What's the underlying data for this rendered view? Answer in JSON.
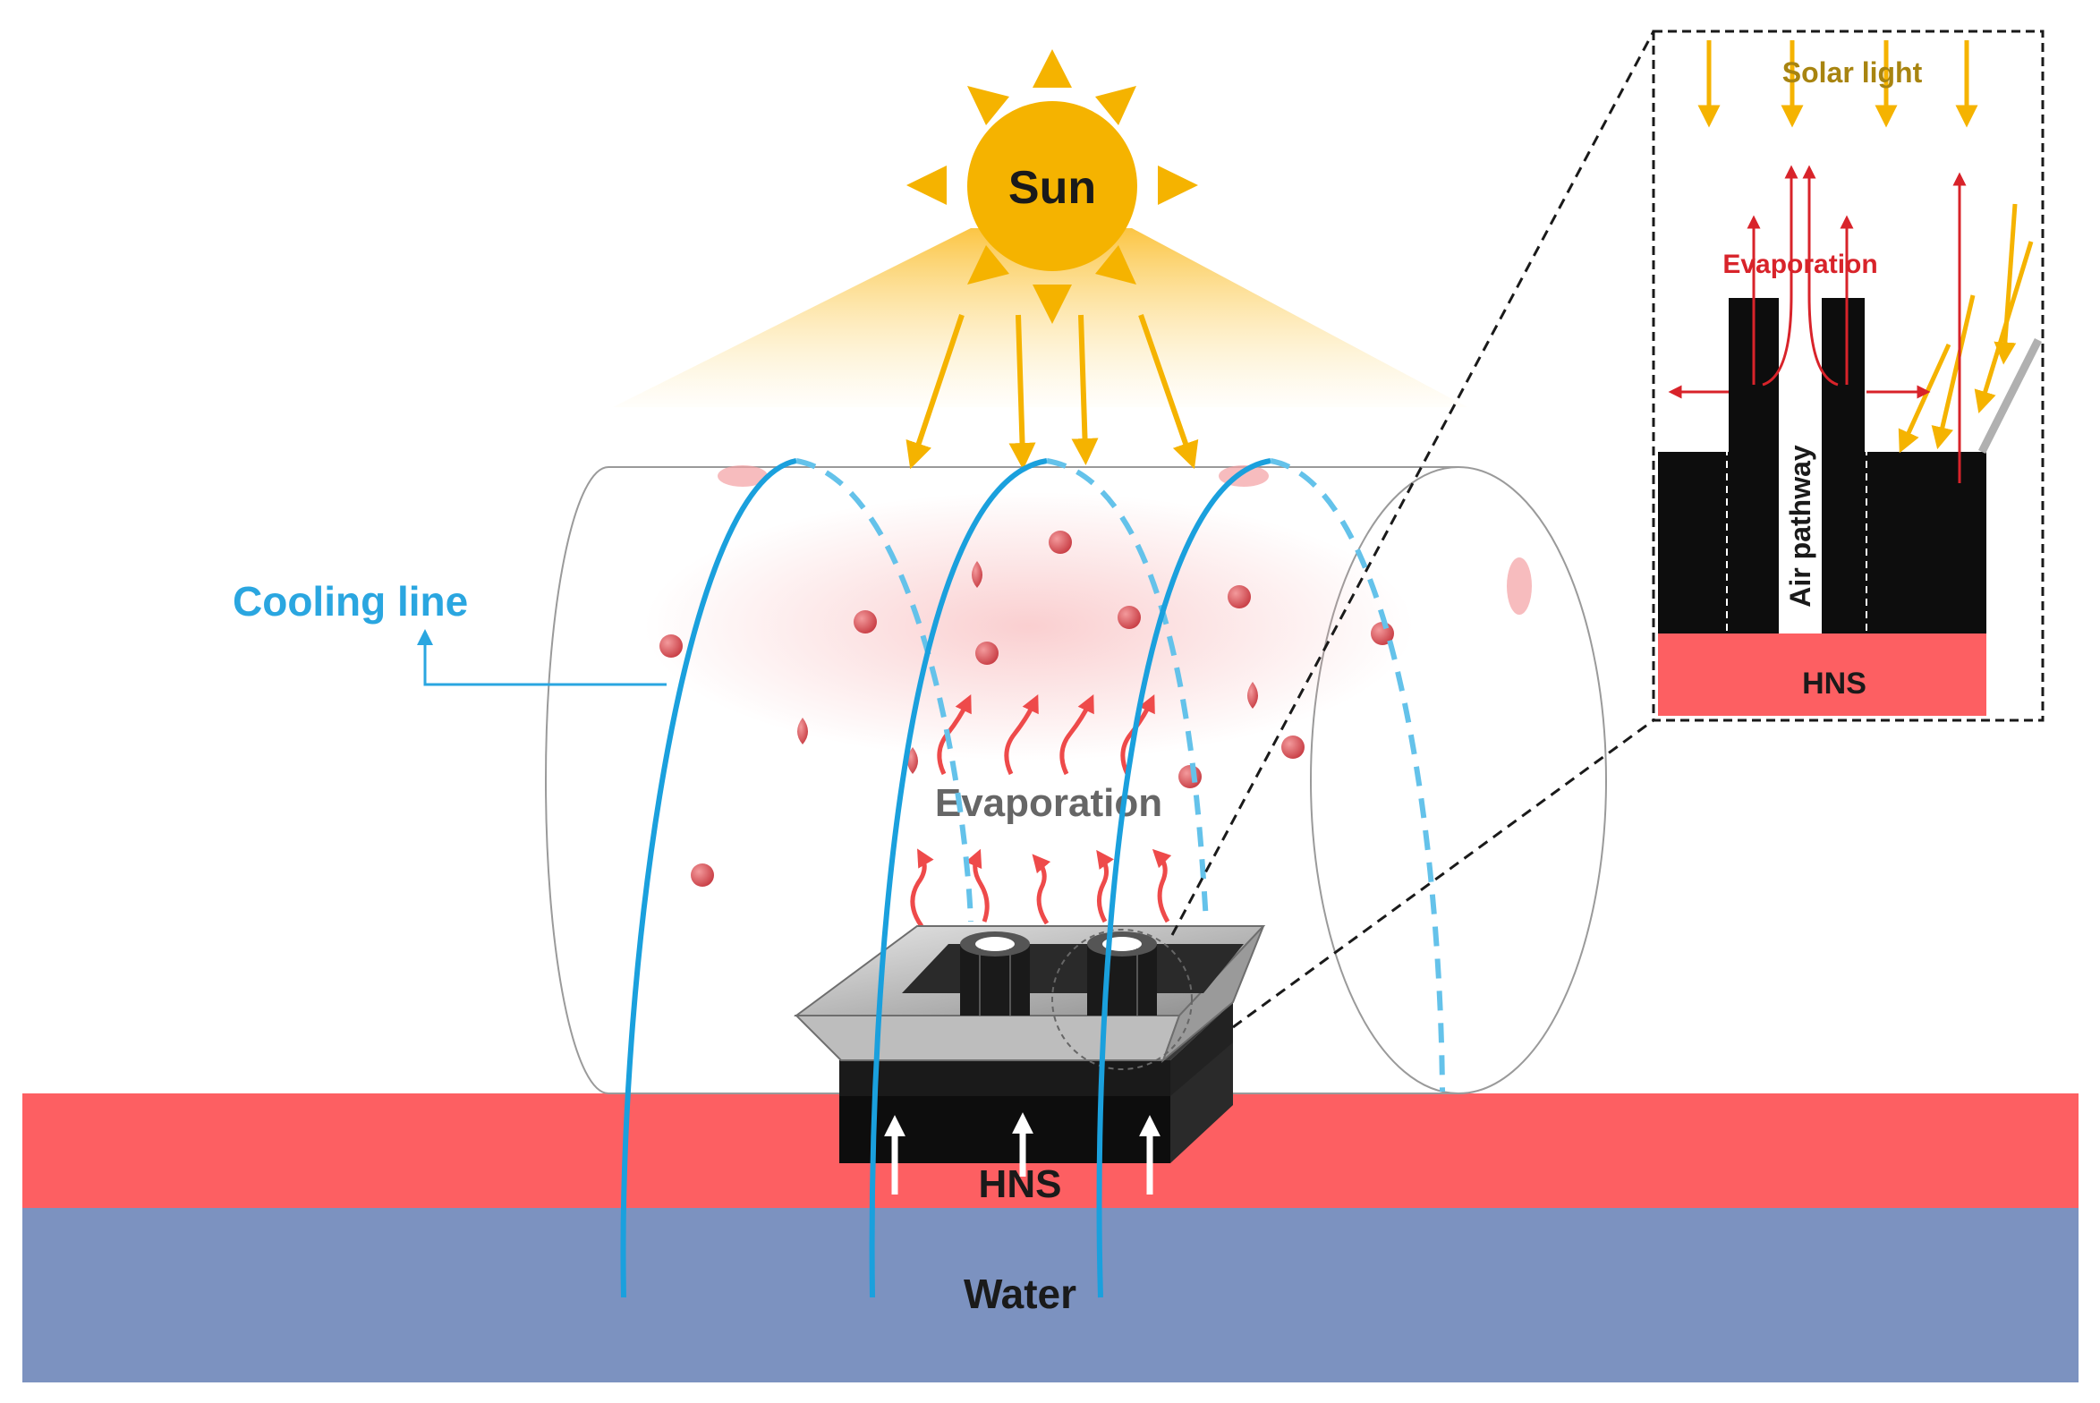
{
  "labels": {
    "sun": "Sun",
    "cooling_line": "Cooling line",
    "evaporation_main": "Evaporation",
    "hns_main": "HNS",
    "water": "Water",
    "solar_light": "Solar light",
    "evaporation_inset": "Evaporation",
    "air_pathway": "Air pathway",
    "hns_inset": "HNS"
  },
  "colors": {
    "hns_layer": "#fd5f62",
    "water_layer": "#7c92c0",
    "sun_orange": "#f5b300",
    "sun_ray": "#f5b300",
    "sun_text": "#1a1a1a",
    "cooling_line": "#1aa0dd",
    "cooling_label": "#2aa6e0",
    "evaporation_arrow": "#ee4a4a",
    "evaporation_text_main": "#666666",
    "inset_evaporation": "#d8232a",
    "solar_light_text": "#a88410",
    "device_dark": "#111111",
    "device_grey": "#b8b8b8",
    "droplet": "#d9555a"
  },
  "icons": {
    "sun": "sun-icon",
    "droplet": "droplet-icon",
    "arrow": "arrow-icon"
  }
}
